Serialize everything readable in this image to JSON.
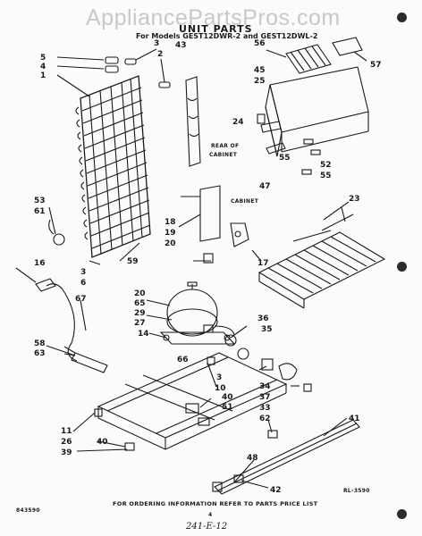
{
  "watermark": "AppliancePartsPros.com",
  "header": {
    "title": "UNIT PARTS",
    "subtitle": "For Models GEST12DWR-2 and GEST12DWL-2"
  },
  "labels": {
    "rear_of_cabinet": [
      "REAR OF",
      "CABINET"
    ],
    "cabinet": "CABINET",
    "ref_code": "RL-3590",
    "footer_note": "FOR ORDERING INFORMATION REFER TO PARTS PRICE LIST",
    "doc_code": "843590",
    "page_no": "4",
    "handwritten": "241-E-12"
  },
  "part_numbers": [
    "5",
    "4",
    "1",
    "3",
    "2",
    "43",
    "56",
    "45",
    "25",
    "57",
    "24",
    "55",
    "52",
    "55",
    "47",
    "23",
    "18",
    "19",
    "20",
    "17",
    "53",
    "61",
    "59",
    "3",
    "6",
    "16",
    "67",
    "20",
    "65",
    "29",
    "27",
    "14",
    "36",
    "35",
    "58",
    "63",
    "66",
    "3",
    "10",
    "40",
    "51",
    "34",
    "37",
    "33",
    "62",
    "11",
    "26",
    "40",
    "39",
    "41",
    "48",
    "42"
  ],
  "colors": {
    "ink": "#1a1a1a",
    "paper": "#fbfbf9",
    "watermark": "#c8c8c8"
  }
}
